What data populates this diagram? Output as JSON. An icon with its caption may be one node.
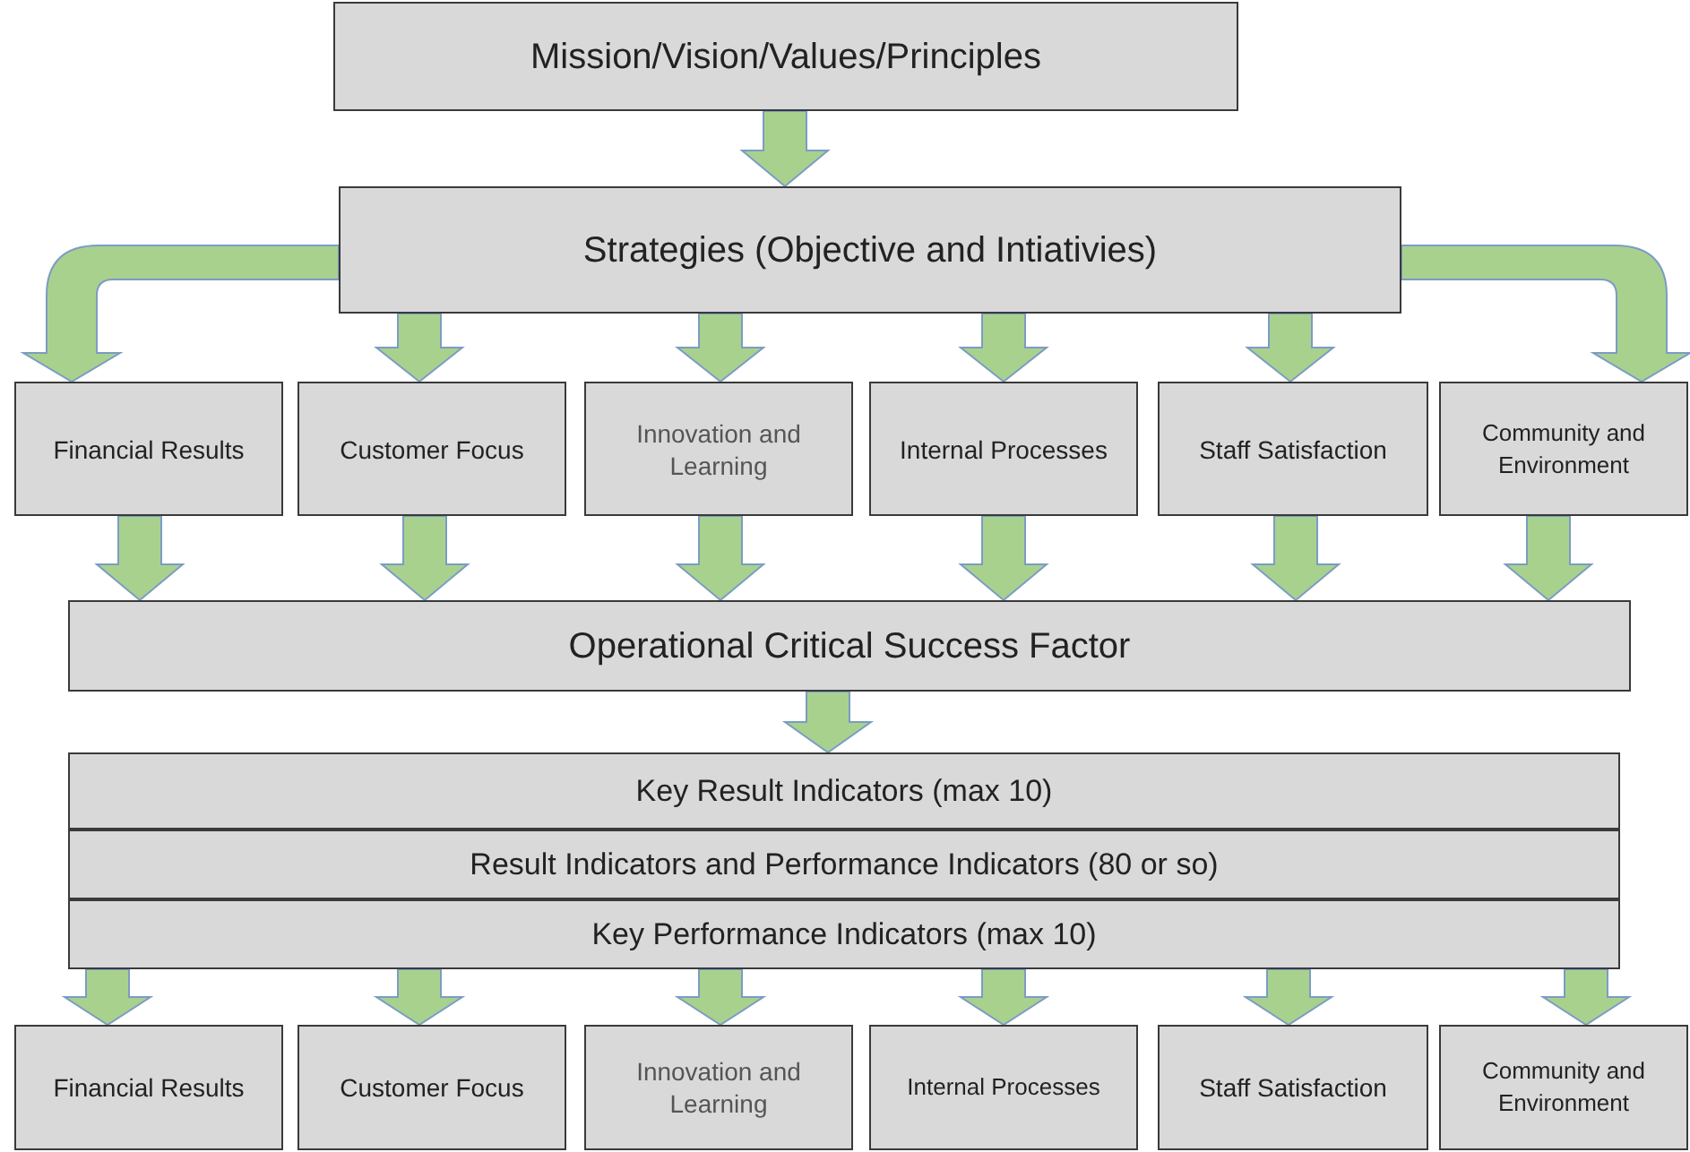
{
  "diagram": {
    "nodes": [
      {
        "text": [
          "Mission/Vision/Values/Principles"
        ]
      },
      {
        "text": [
          "Strategies (Objective and Intiativies)"
        ]
      },
      {
        "text": [
          "Financial Results"
        ]
      },
      {
        "text": [
          "Customer Focus"
        ]
      },
      {
        "text": [
          "Innovation and Learning"
        ]
      },
      {
        "text": [
          "Internal Processes"
        ]
      },
      {
        "text": [
          "Staff Satisfaction"
        ]
      },
      {
        "text": [
          "Community and Environment"
        ]
      },
      {
        "text": [
          "Operational Critical Success Factor"
        ]
      },
      {
        "text": [
          "Key Result Indicators (max 10)"
        ]
      },
      {
        "text": [
          "Result Indicators and Performance Indicators (80 or so)"
        ]
      },
      {
        "text": [
          "Key Performance Indicators (max 10)"
        ]
      },
      {
        "text": [
          "Financial Results"
        ]
      },
      {
        "text": [
          "Customer Focus"
        ]
      },
      {
        "text": [
          "Innovation and Learning"
        ]
      },
      {
        "text": [
          "Internal Processes"
        ]
      },
      {
        "text": [
          "Staff Satisfaction"
        ]
      },
      {
        "text": [
          "Community and Environment"
        ]
      }
    ],
    "edges": [
      {
        "from": 0,
        "to": 1,
        "arrow": "to"
      },
      {
        "from": 1,
        "to": 2,
        "arrow": "to"
      },
      {
        "from": 1,
        "to": 3,
        "arrow": "to"
      },
      {
        "from": 1,
        "to": 4,
        "arrow": "to"
      },
      {
        "from": 1,
        "to": 5,
        "arrow": "to"
      },
      {
        "from": 1,
        "to": 6,
        "arrow": "to"
      },
      {
        "from": 1,
        "to": 7,
        "arrow": "to"
      },
      {
        "from": 2,
        "to": 8,
        "arrow": "to"
      },
      {
        "from": 3,
        "to": 8,
        "arrow": "to"
      },
      {
        "from": 4,
        "to": 8,
        "arrow": "to"
      },
      {
        "from": 5,
        "to": 8,
        "arrow": "to"
      },
      {
        "from": 6,
        "to": 8,
        "arrow": "to"
      },
      {
        "from": 7,
        "to": 8,
        "arrow": "to"
      },
      {
        "from": 8,
        "to": 9,
        "arrow": "to"
      },
      {
        "from": 11,
        "to": 12,
        "arrow": "to"
      },
      {
        "from": 11,
        "to": 13,
        "arrow": "to"
      },
      {
        "from": 11,
        "to": 14,
        "arrow": "to"
      },
      {
        "from": 11,
        "to": 15,
        "arrow": "to"
      },
      {
        "from": 11,
        "to": 16,
        "arrow": "to"
      },
      {
        "from": 11,
        "to": 17,
        "arrow": "to"
      }
    ]
  }
}
